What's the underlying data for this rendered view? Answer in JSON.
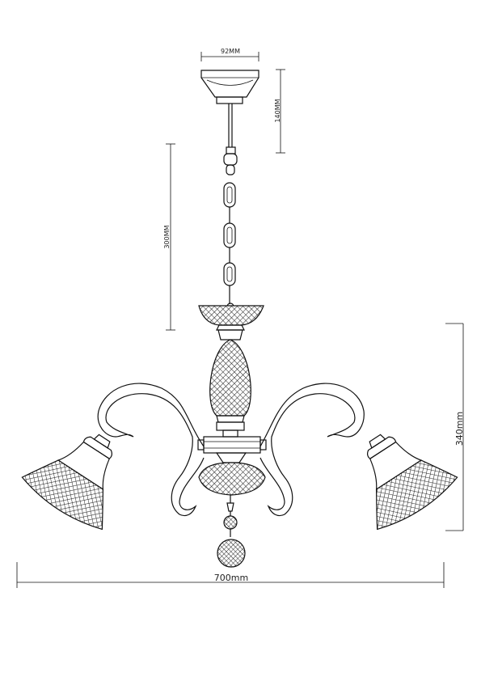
{
  "dimensions": {
    "canopy_width": "92MM",
    "canopy_height": "140MM",
    "chain_length": "300MM",
    "body_height": "340mm",
    "overall_width": "700mm"
  },
  "colors": {
    "line": "#111111",
    "background": "#ffffff"
  }
}
